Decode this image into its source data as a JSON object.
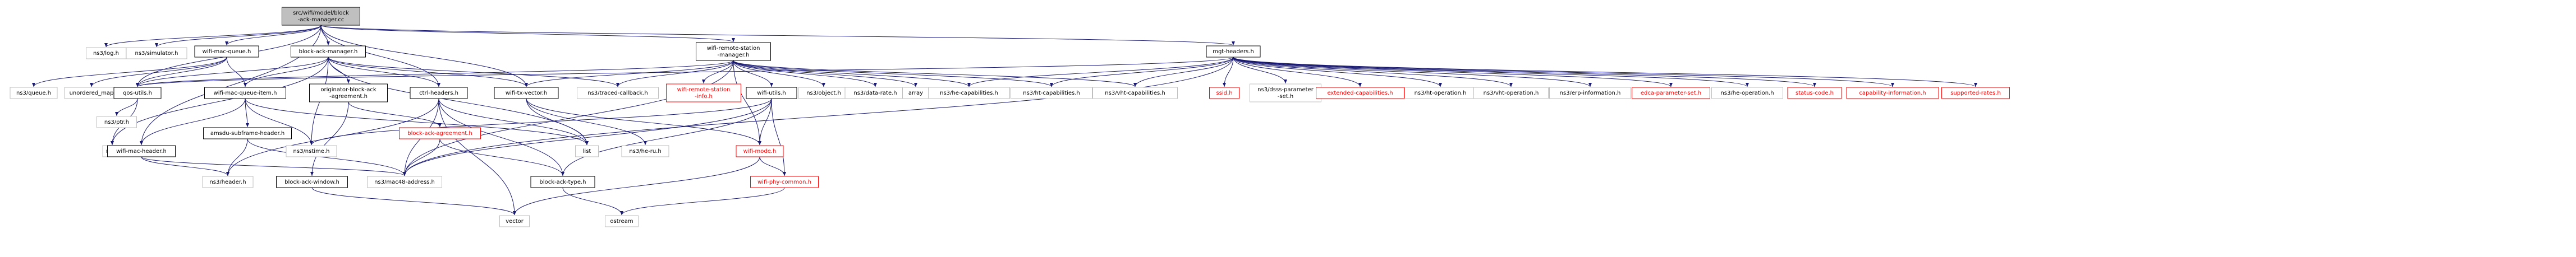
{
  "graph": {
    "nodes": [
      {
        "id": "root",
        "lines": [
          "src/wifi/model/block",
          "-ack-manager.cc"
        ],
        "style": "root"
      },
      {
        "id": "log",
        "lines": [
          "ns3/log.h"
        ],
        "style": "plain"
      },
      {
        "id": "simulator",
        "lines": [
          "ns3/simulator.h"
        ],
        "style": "plain"
      },
      {
        "id": "wmq",
        "lines": [
          "wifi-mac-queue.h"
        ],
        "style": "boxed"
      },
      {
        "id": "bam",
        "lines": [
          "block-ack-manager.h"
        ],
        "style": "boxed"
      },
      {
        "id": "wrsm",
        "lines": [
          "wifi-remote-station",
          "-manager.h"
        ],
        "style": "boxed"
      },
      {
        "id": "mgt",
        "lines": [
          "mgt-headers.h"
        ],
        "style": "boxed"
      },
      {
        "id": "queue",
        "lines": [
          "ns3/queue.h"
        ],
        "style": "plain"
      },
      {
        "id": "umap",
        "lines": [
          "unordered_map"
        ],
        "style": "plain"
      },
      {
        "id": "qos",
        "lines": [
          "qos-utils.h"
        ],
        "style": "boxed"
      },
      {
        "id": "wmqi",
        "lines": [
          "wifi-mac-queue-item.h"
        ],
        "style": "boxed"
      },
      {
        "id": "obaa",
        "lines": [
          "originator-block-ack",
          "-agreement.h"
        ],
        "style": "boxed"
      },
      {
        "id": "ctrl",
        "lines": [
          "ctrl-headers.h"
        ],
        "style": "boxed"
      },
      {
        "id": "wtv",
        "lines": [
          "wifi-tx-vector.h"
        ],
        "style": "boxed"
      },
      {
        "id": "tcb",
        "lines": [
          "ns3/traced-callback.h"
        ],
        "style": "plain"
      },
      {
        "id": "wrsi",
        "lines": [
          "wifi-remote-station",
          "-info.h"
        ],
        "style": "red"
      },
      {
        "id": "wutils",
        "lines": [
          "wifi-utils.h"
        ],
        "style": "boxed"
      },
      {
        "id": "obj",
        "lines": [
          "ns3/object.h"
        ],
        "style": "plain"
      },
      {
        "id": "drate",
        "lines": [
          "ns3/data-rate.h"
        ],
        "style": "plain"
      },
      {
        "id": "array",
        "lines": [
          "array"
        ],
        "style": "plain"
      },
      {
        "id": "hecap",
        "lines": [
          "ns3/he-capabilities.h"
        ],
        "style": "plain"
      },
      {
        "id": "htcap",
        "lines": [
          "ns3/ht-capabilities.h"
        ],
        "style": "plain"
      },
      {
        "id": "vhtcap",
        "lines": [
          "ns3/vht-capabilities.h"
        ],
        "style": "plain"
      },
      {
        "id": "ssid",
        "lines": [
          "ssid.h"
        ],
        "style": "red"
      },
      {
        "id": "dsss",
        "lines": [
          "ns3/dsss-parameter",
          "-set.h"
        ],
        "style": "plain"
      },
      {
        "id": "extcap",
        "lines": [
          "extended-capabilities.h"
        ],
        "style": "red"
      },
      {
        "id": "htop",
        "lines": [
          "ns3/ht-operation.h"
        ],
        "style": "plain"
      },
      {
        "id": "vhtop",
        "lines": [
          "ns3/vht-operation.h"
        ],
        "style": "plain"
      },
      {
        "id": "erp",
        "lines": [
          "ns3/erp-information.h"
        ],
        "style": "plain"
      },
      {
        "id": "edca",
        "lines": [
          "edca-parameter-set.h"
        ],
        "style": "red"
      },
      {
        "id": "heop",
        "lines": [
          "ns3/he-operation.h"
        ],
        "style": "plain"
      },
      {
        "id": "status",
        "lines": [
          "status-code.h"
        ],
        "style": "red"
      },
      {
        "id": "capinfo",
        "lines": [
          "capability-information.h"
        ],
        "style": "red"
      },
      {
        "id": "suprates",
        "lines": [
          "supported-rates.h"
        ],
        "style": "red"
      },
      {
        "id": "ptr",
        "lines": [
          "ns3/ptr.h"
        ],
        "style": "plain"
      },
      {
        "id": "map",
        "lines": [
          "map"
        ],
        "style": "plain"
      },
      {
        "id": "wmh",
        "lines": [
          "wifi-mac-header.h"
        ],
        "style": "boxed"
      },
      {
        "id": "amsdu",
        "lines": [
          "amsdu-subframe-header.h"
        ],
        "style": "boxed"
      },
      {
        "id": "nstime",
        "lines": [
          "ns3/nstime.h"
        ],
        "style": "plain"
      },
      {
        "id": "baa",
        "lines": [
          "block-ack-agreement.h"
        ],
        "style": "red"
      },
      {
        "id": "list",
        "lines": [
          "list"
        ],
        "style": "plain"
      },
      {
        "id": "heru",
        "lines": [
          "ns3/he-ru.h"
        ],
        "style": "plain"
      },
      {
        "id": "wmode",
        "lines": [
          "wifi-mode.h"
        ],
        "style": "red"
      },
      {
        "id": "header",
        "lines": [
          "ns3/header.h"
        ],
        "style": "plain"
      },
      {
        "id": "baw",
        "lines": [
          "block-ack-window.h"
        ],
        "style": "boxed"
      },
      {
        "id": "mac48",
        "lines": [
          "ns3/mac48-address.h"
        ],
        "style": "plain"
      },
      {
        "id": "batype",
        "lines": [
          "block-ack-type.h"
        ],
        "style": "boxed"
      },
      {
        "id": "wpc",
        "lines": [
          "wifi-phy-common.h"
        ],
        "style": "red"
      },
      {
        "id": "vector",
        "lines": [
          "vector"
        ],
        "style": "plain"
      },
      {
        "id": "ostream",
        "lines": [
          "ostream"
        ],
        "style": "plain"
      }
    ],
    "edges": [
      [
        "root",
        "log"
      ],
      [
        "root",
        "simulator"
      ],
      [
        "root",
        "wmq"
      ],
      [
        "root",
        "bam"
      ],
      [
        "root",
        "wrsm"
      ],
      [
        "root",
        "mgt"
      ],
      [
        "root",
        "qos"
      ],
      [
        "root",
        "wmh"
      ],
      [
        "root",
        "ctrl"
      ],
      [
        "root",
        "wtv"
      ],
      [
        "wmq",
        "queue"
      ],
      [
        "wmq",
        "umap"
      ],
      [
        "wmq",
        "wmqi"
      ],
      [
        "wmq",
        "qos"
      ],
      [
        "bam",
        "qos"
      ],
      [
        "bam",
        "wmqi"
      ],
      [
        "bam",
        "obaa"
      ],
      [
        "bam",
        "ctrl"
      ],
      [
        "bam",
        "wtv"
      ],
      [
        "bam",
        "tcb"
      ],
      [
        "bam",
        "map"
      ],
      [
        "bam",
        "nstime"
      ],
      [
        "bam",
        "list"
      ],
      [
        "wrsm",
        "qos"
      ],
      [
        "wrsm",
        "wtv"
      ],
      [
        "wrsm",
        "tcb"
      ],
      [
        "wrsm",
        "wrsi"
      ],
      [
        "wrsm",
        "wutils"
      ],
      [
        "wrsm",
        "obj"
      ],
      [
        "wrsm",
        "drate"
      ],
      [
        "wrsm",
        "array"
      ],
      [
        "wrsm",
        "hecap"
      ],
      [
        "wrsm",
        "htcap"
      ],
      [
        "wrsm",
        "vhtcap"
      ],
      [
        "wrsm",
        "wmode"
      ],
      [
        "wrsm",
        "mac48"
      ],
      [
        "mgt",
        "qos"
      ],
      [
        "mgt",
        "ssid"
      ],
      [
        "mgt",
        "dsss"
      ],
      [
        "mgt",
        "extcap"
      ],
      [
        "mgt",
        "htop"
      ],
      [
        "mgt",
        "vhtop"
      ],
      [
        "mgt",
        "erp"
      ],
      [
        "mgt",
        "edca"
      ],
      [
        "mgt",
        "heop"
      ],
      [
        "mgt",
        "status"
      ],
      [
        "mgt",
        "capinfo"
      ],
      [
        "mgt",
        "suprates"
      ],
      [
        "mgt",
        "hecap"
      ],
      [
        "mgt",
        "htcap"
      ],
      [
        "mgt",
        "vhtcap"
      ],
      [
        "mgt",
        "mac48"
      ],
      [
        "qos",
        "ptr"
      ],
      [
        "qos",
        "map"
      ],
      [
        "wmqi",
        "wmh"
      ],
      [
        "wmqi",
        "amsdu"
      ],
      [
        "wmqi",
        "nstime"
      ],
      [
        "wmqi",
        "list"
      ],
      [
        "obaa",
        "baa"
      ],
      [
        "obaa",
        "baw"
      ],
      [
        "ctrl",
        "header"
      ],
      [
        "ctrl",
        "list"
      ],
      [
        "ctrl",
        "vector"
      ],
      [
        "ctrl",
        "batype"
      ],
      [
        "ctrl",
        "mac48"
      ],
      [
        "wtv",
        "wmode"
      ],
      [
        "wtv",
        "heru"
      ],
      [
        "wtv",
        "list"
      ],
      [
        "wutils",
        "wpc"
      ],
      [
        "wutils",
        "nstime"
      ],
      [
        "wutils",
        "wmode"
      ],
      [
        "wutils",
        "mac48"
      ],
      [
        "wutils",
        "batype"
      ],
      [
        "wmh",
        "header"
      ],
      [
        "wmh",
        "mac48"
      ],
      [
        "amsdu",
        "header"
      ],
      [
        "amsdu",
        "mac48"
      ],
      [
        "baa",
        "mac48"
      ],
      [
        "baa",
        "batype"
      ],
      [
        "wmode",
        "wpc"
      ],
      [
        "wmode",
        "vector"
      ],
      [
        "baw",
        "vector"
      ],
      [
        "wpc",
        "ostream"
      ],
      [
        "batype",
        "ostream"
      ]
    ]
  }
}
